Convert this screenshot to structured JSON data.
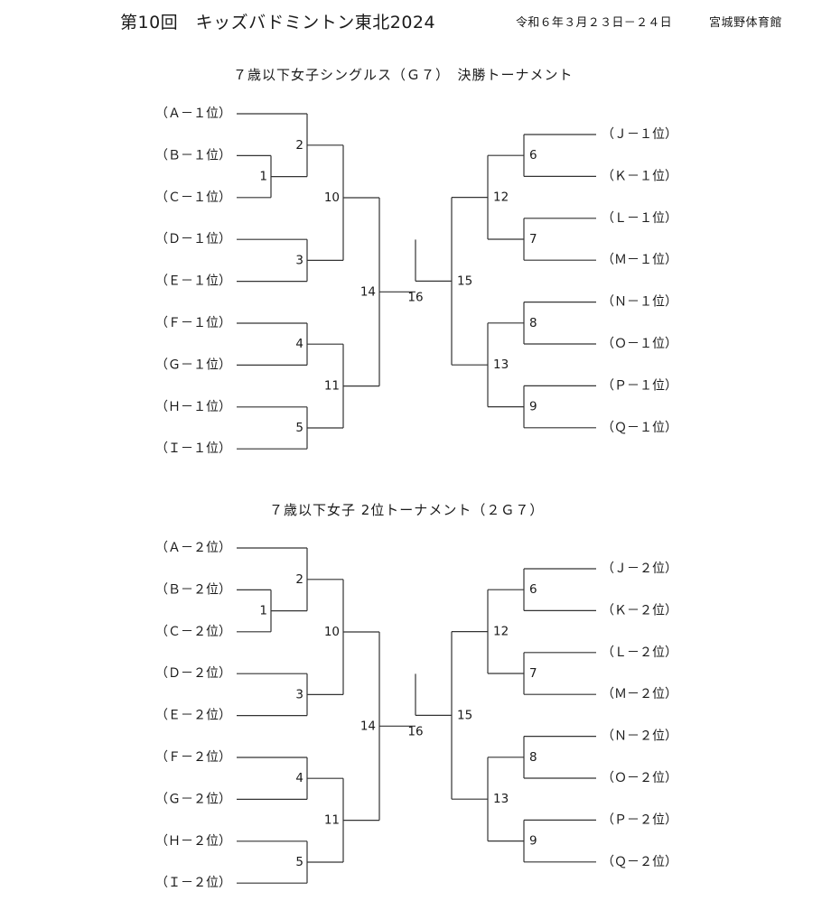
{
  "header": {
    "title": "第10回　キッズバドミントン東北2024",
    "date": "令和６年３月２３日－２４日",
    "venue": "宮城野体育館"
  },
  "sections": [
    {
      "title": "７歳以下女子シングルス（Ｇ７）　決勝トーナメント",
      "left_entries": [
        "（Ａ－１位）",
        "（Ｂ－１位）",
        "（Ｃ－１位）",
        "（Ｄ－１位）",
        "（Ｅ－１位）",
        "（Ｆ－１位）",
        "（Ｇ－１位）",
        "（Ｈ－１位）",
        "（Ｉ－１位）"
      ],
      "right_entries": [
        "（Ｊ－１位）",
        "（Ｋ－１位）",
        "（Ｌ－１位）",
        "（Ｍ－１位）",
        "（Ｎ－１位）",
        "（Ｏ－１位）",
        "（Ｐ－１位）",
        "（Ｑ－１位）"
      ],
      "match_numbers": [
        "1",
        "2",
        "3",
        "4",
        "5",
        "6",
        "7",
        "8",
        "9",
        "10",
        "11",
        "12",
        "13",
        "14",
        "15",
        "16"
      ]
    },
    {
      "title": "７歳以下女子 2位トーナメント（２Ｇ７）",
      "left_entries": [
        "（Ａ－２位）",
        "（Ｂ－２位）",
        "（Ｃ－２位）",
        "（Ｄ－２位）",
        "（Ｅ－２位）",
        "（Ｆ－２位）",
        "（Ｇ－２位）",
        "（Ｈ－２位）",
        "（Ｉ－２位）"
      ],
      "right_entries": [
        "（Ｊ－２位）",
        "（Ｋ－２位）",
        "（Ｌ－２位）",
        "（Ｍ－２位）",
        "（Ｎ－２位）",
        "（Ｏ－２位）",
        "（Ｐ－２位）",
        "（Ｑ－２位）"
      ],
      "match_numbers": [
        "1",
        "2",
        "3",
        "4",
        "5",
        "6",
        "7",
        "8",
        "9",
        "10",
        "11",
        "12",
        "13",
        "14",
        "15",
        "16"
      ]
    }
  ]
}
